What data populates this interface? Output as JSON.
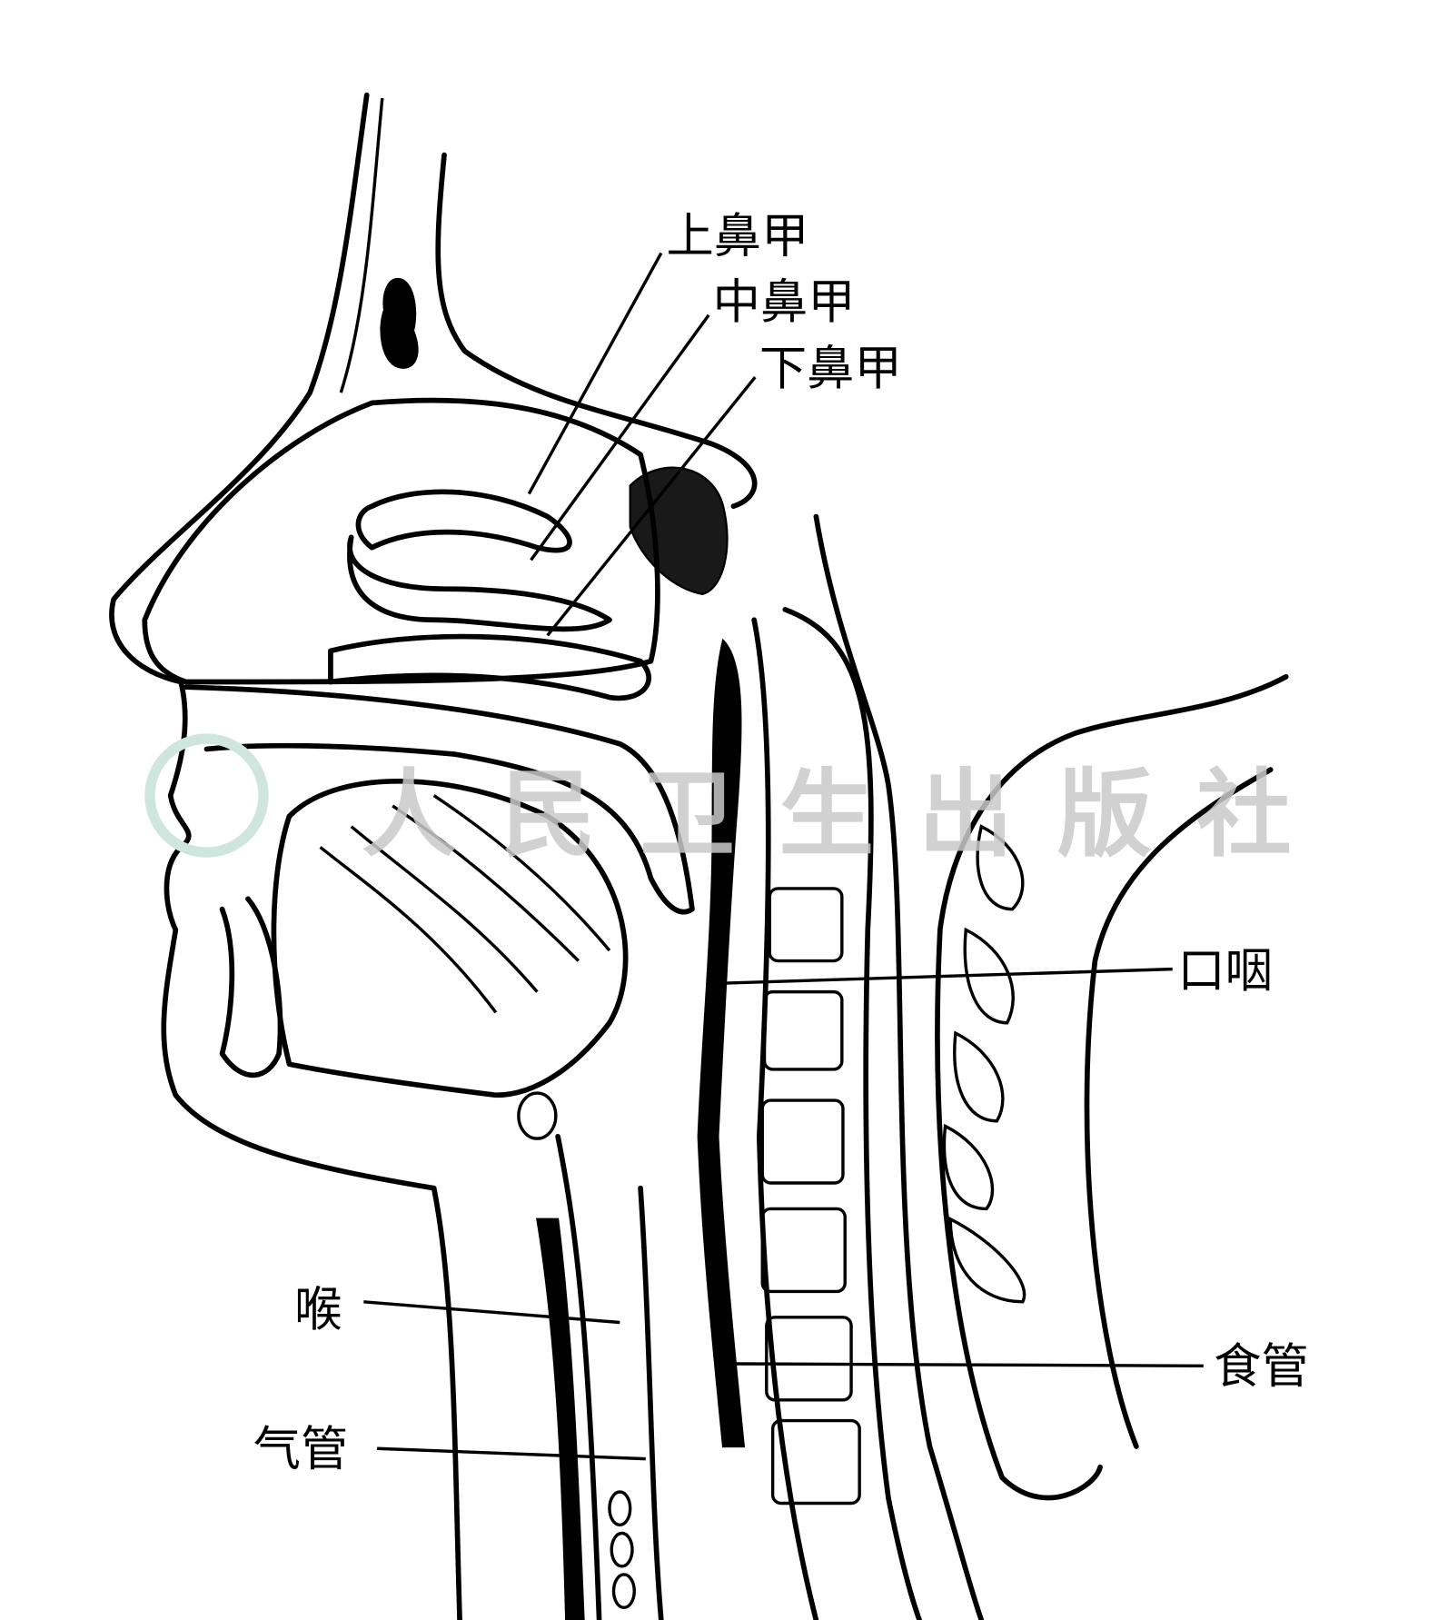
{
  "figure": {
    "labels": {
      "superior_turbinate": "上鼻甲",
      "middle_turbinate": "中鼻甲",
      "inferior_turbinate": "下鼻甲",
      "oropharynx": "口咽",
      "larynx": "喉",
      "esophagus": "食管",
      "trachea": "气管"
    },
    "watermark": "人民卫生出版社",
    "colors": {
      "ink": "#000000",
      "watermark": "#c9c9c9",
      "logo": "#cfe6de"
    }
  }
}
